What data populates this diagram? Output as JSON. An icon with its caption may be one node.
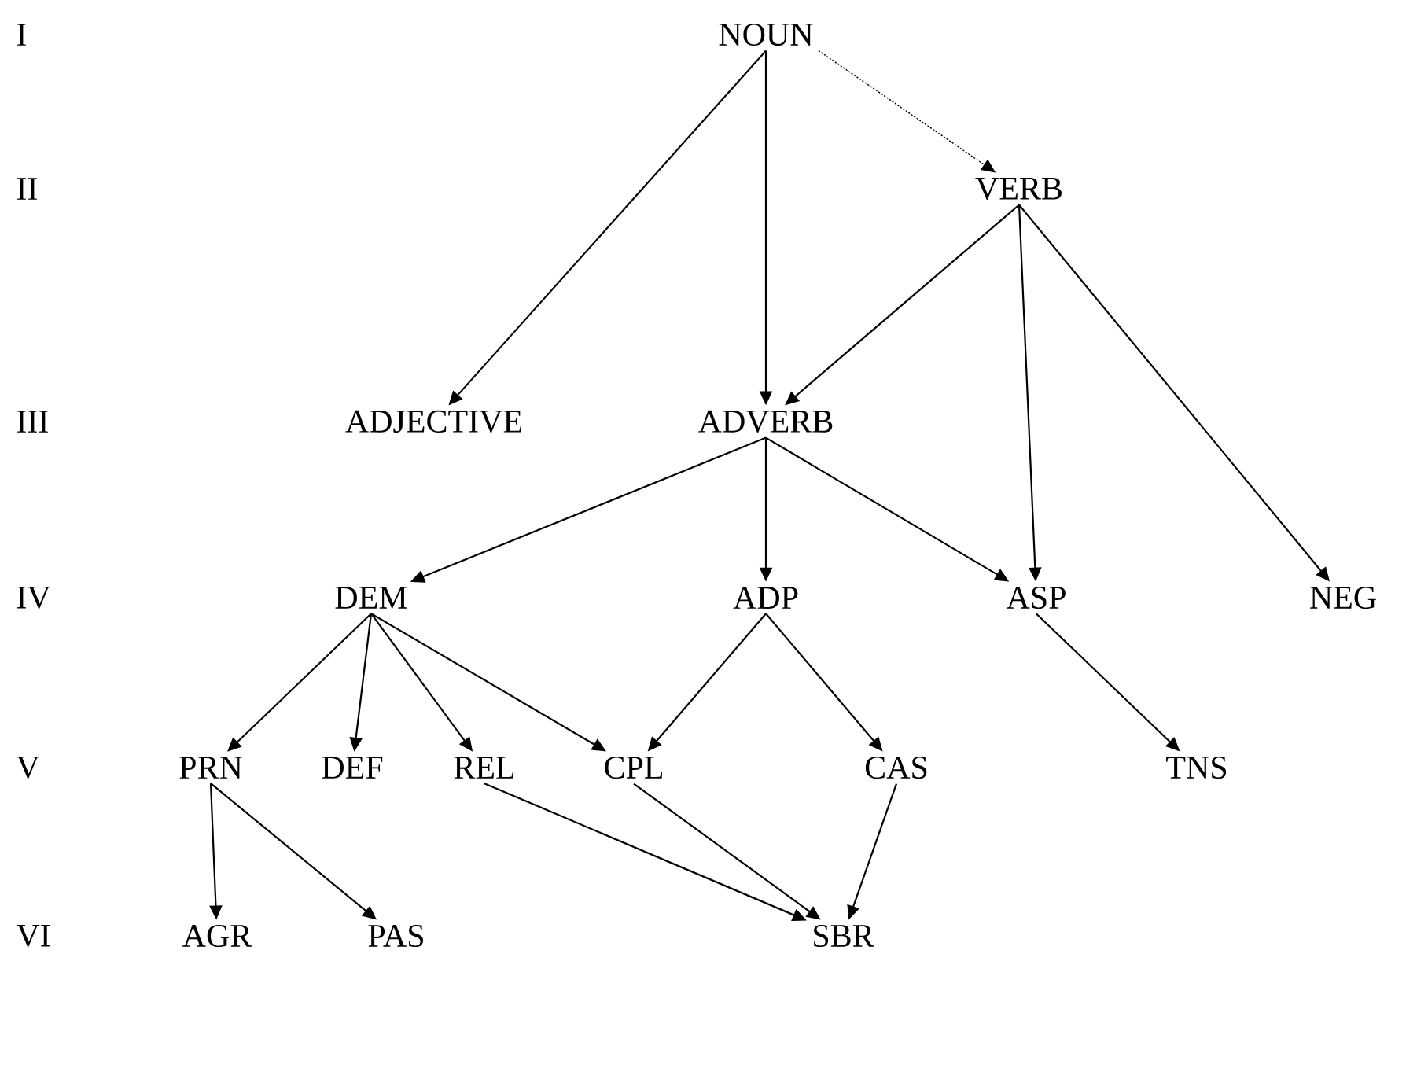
{
  "diagram": {
    "nodes": [
      {
        "text": [
          "NOUN"
        ]
      },
      {
        "text": [
          "VERB"
        ]
      },
      {
        "text": [
          "ADJECTIVE"
        ]
      },
      {
        "text": [
          "ADVERB"
        ]
      },
      {
        "text": [
          "DEM"
        ]
      },
      {
        "text": [
          "ADP"
        ]
      },
      {
        "text": [
          "ASP"
        ]
      },
      {
        "text": [
          "NEG"
        ]
      },
      {
        "text": [
          "PRN"
        ]
      },
      {
        "text": [
          "DEF"
        ]
      },
      {
        "text": [
          "REL"
        ]
      },
      {
        "text": [
          "CPL"
        ]
      },
      {
        "text": [
          "CAS"
        ]
      },
      {
        "text": [
          "TNS"
        ]
      },
      {
        "text": [
          "AGR"
        ]
      },
      {
        "text": [
          "PAS"
        ]
      },
      {
        "text": [
          "SBR"
        ]
      }
    ],
    "edges": [
      {
        "from": 0,
        "to": 1,
        "arrow": "to",
        "style": "dashed"
      },
      {
        "from": 0,
        "to": 2,
        "arrow": "to"
      },
      {
        "from": 0,
        "to": 3,
        "arrow": "to"
      },
      {
        "from": 1,
        "to": 3,
        "arrow": "to"
      },
      {
        "from": 1,
        "to": 6,
        "arrow": "to"
      },
      {
        "from": 1,
        "to": 7,
        "arrow": "to"
      },
      {
        "from": 3,
        "to": 4,
        "arrow": "to"
      },
      {
        "from": 3,
        "to": 5,
        "arrow": "to"
      },
      {
        "from": 3,
        "to": 6,
        "arrow": "to"
      },
      {
        "from": 6,
        "to": 13,
        "arrow": "to"
      },
      {
        "from": 4,
        "to": 8,
        "arrow": "to"
      },
      {
        "from": 4,
        "to": 9,
        "arrow": "to"
      },
      {
        "from": 4,
        "to": 10,
        "arrow": "to"
      },
      {
        "from": 4,
        "to": 11,
        "arrow": "to"
      },
      {
        "from": 5,
        "to": 11,
        "arrow": "to"
      },
      {
        "from": 5,
        "to": 12,
        "arrow": "to"
      },
      {
        "from": 8,
        "to": 14,
        "arrow": "to"
      },
      {
        "from": 8,
        "to": 15,
        "arrow": "to"
      },
      {
        "from": 10,
        "to": 16,
        "arrow": "to"
      },
      {
        "from": 11,
        "to": 16,
        "arrow": "to"
      },
      {
        "from": 12,
        "to": 16,
        "arrow": "to"
      }
    ],
    "labels": [
      "I",
      "II",
      "III",
      "IV",
      "V",
      "VI"
    ]
  }
}
